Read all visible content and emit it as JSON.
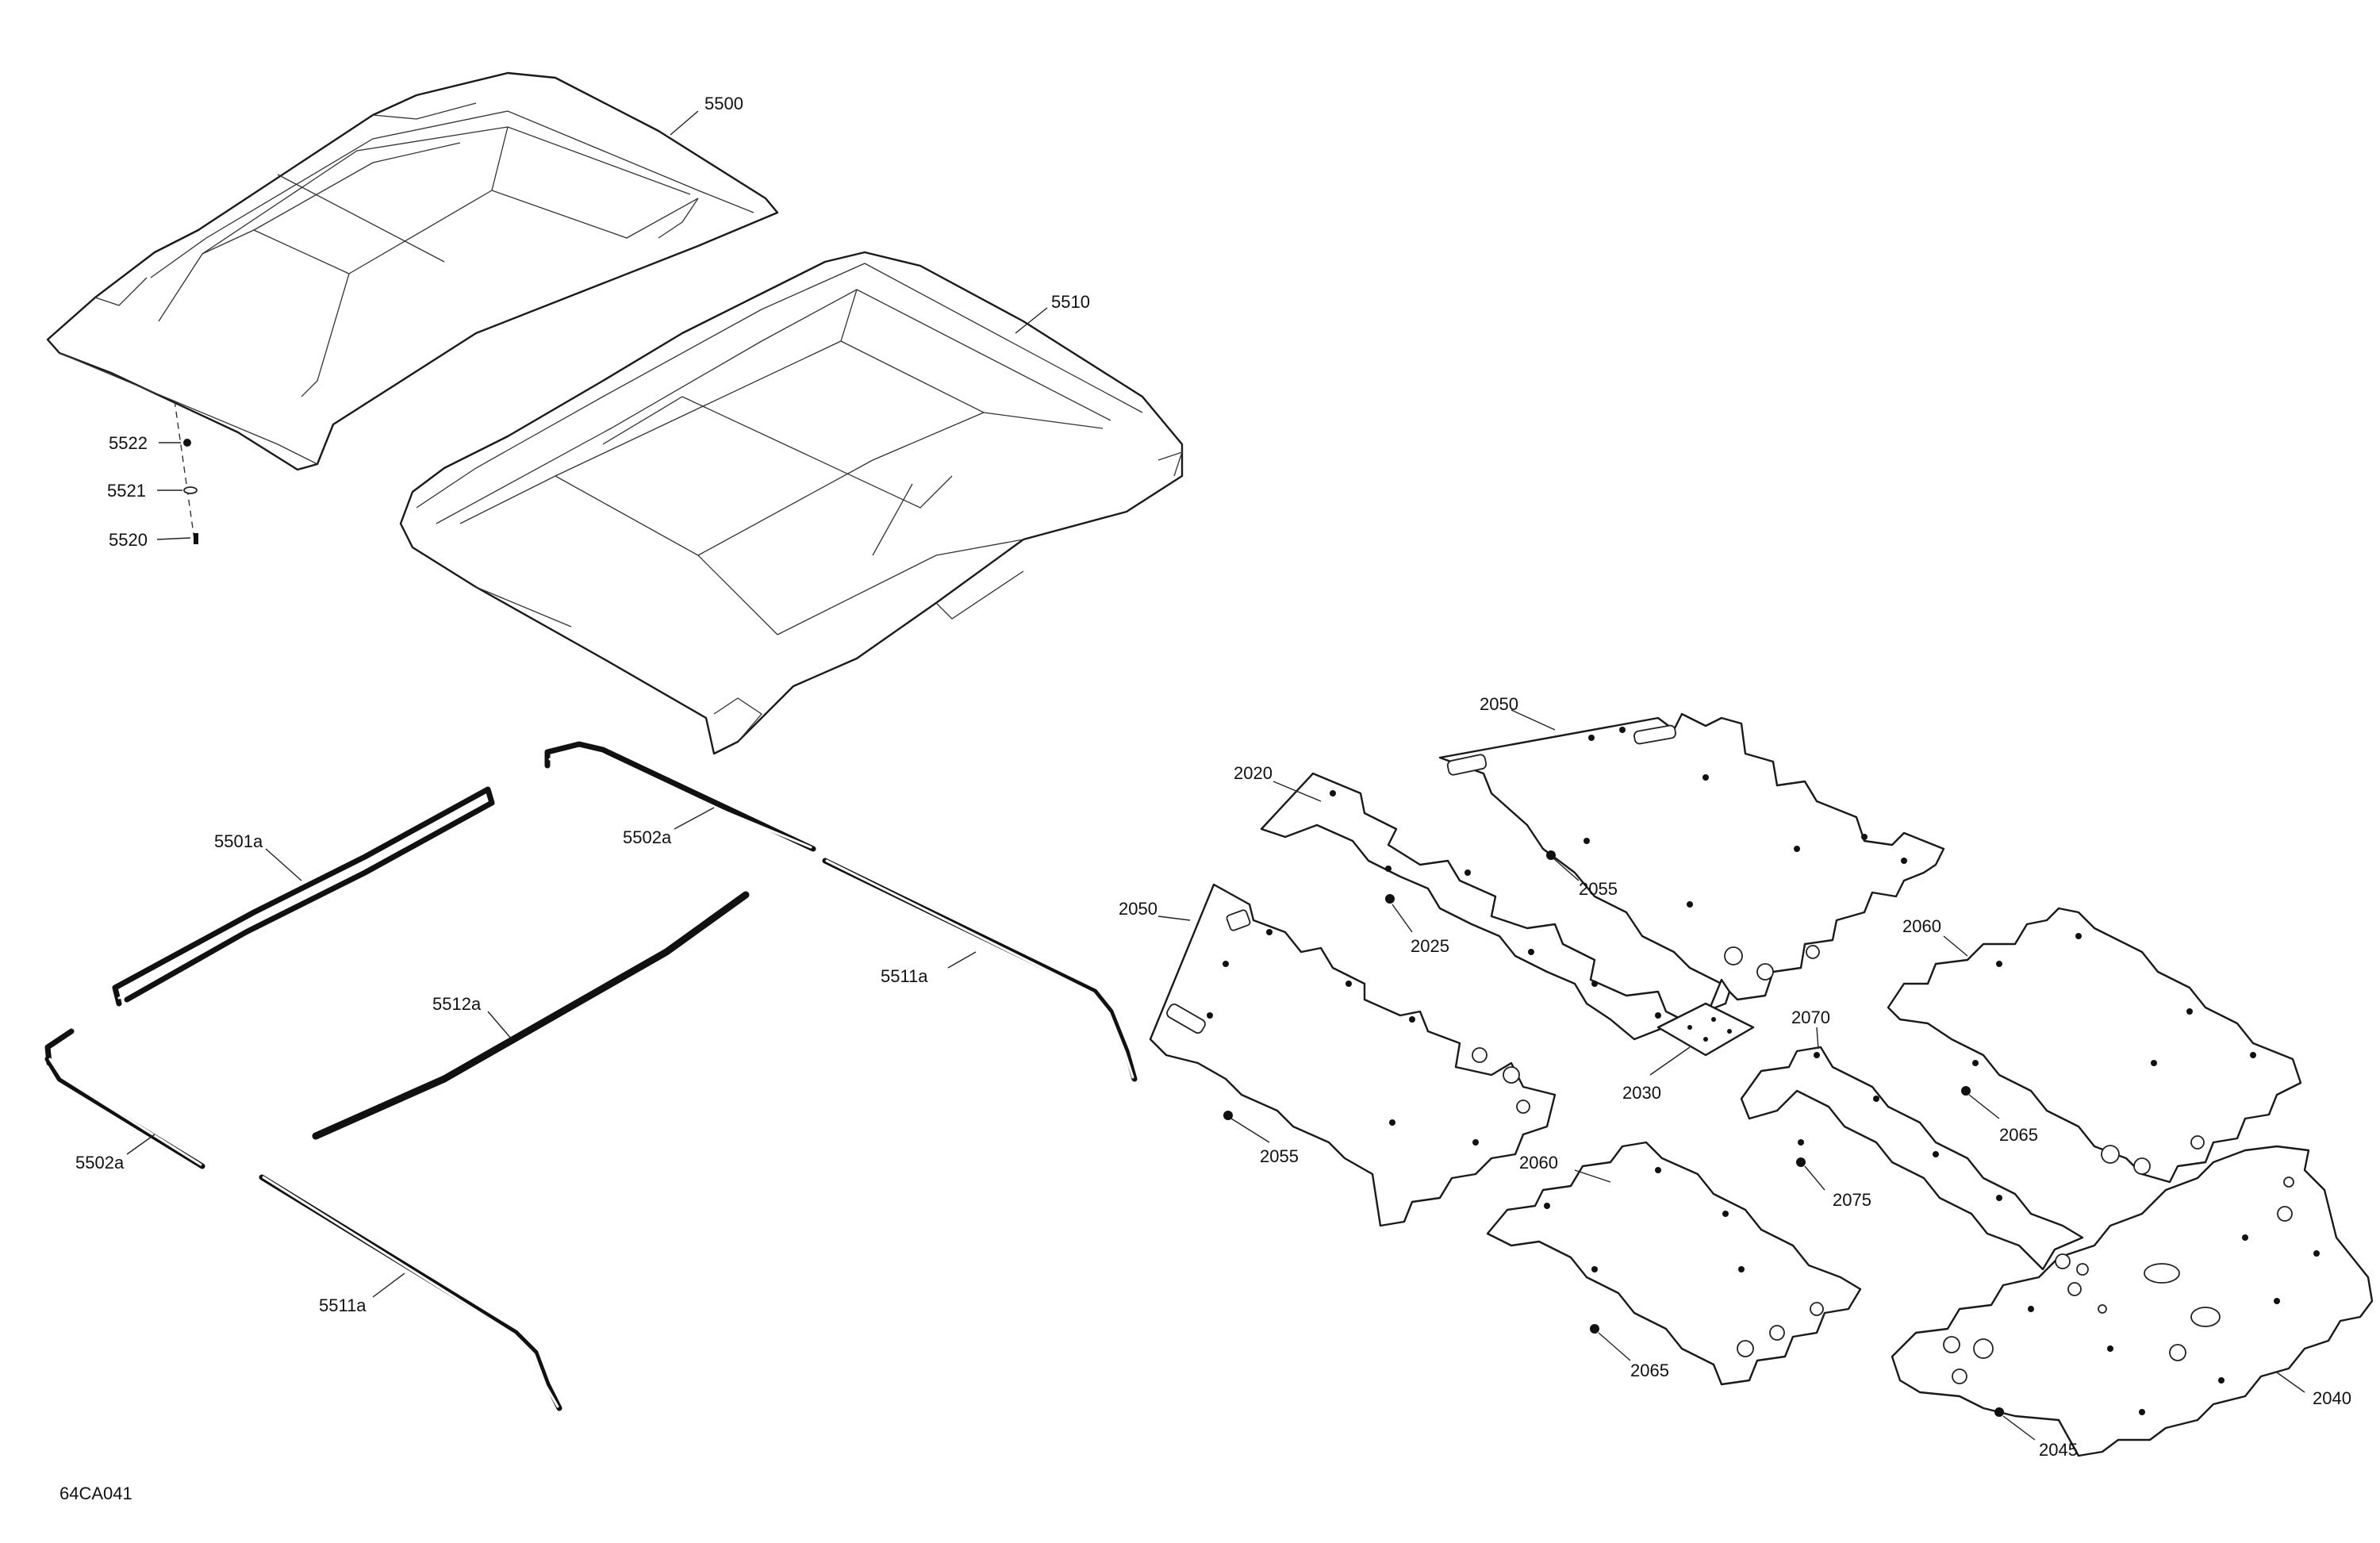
{
  "callouts": {
    "c5500": "5500",
    "c5510": "5510",
    "c5522": "5522",
    "c5521": "5521",
    "c5520": "5520",
    "c5501a": "5501a",
    "c5502a_top": "5502a",
    "c5502a_left": "5502a",
    "c5512a": "5512a",
    "c5511a_right": "5511a",
    "c5511a_left": "5511a",
    "c2050_top": "2050",
    "c2020": "2020",
    "c2055_top": "2055",
    "c2025": "2025",
    "c2050_left": "2050",
    "c2060_right": "2060",
    "c2070": "2070",
    "c2030": "2030",
    "c2065_right": "2065",
    "c2055_bottom": "2055",
    "c2060_bottom": "2060",
    "c2075": "2075",
    "c2065_bottom": "2065",
    "c2040": "2040",
    "c2045": "2045"
  },
  "drawing_code": "64CA041"
}
